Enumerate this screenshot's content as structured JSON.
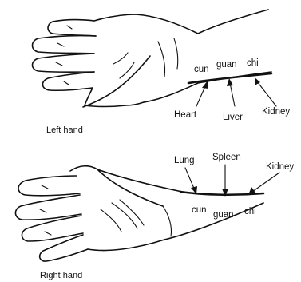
{
  "left_hand": {
    "caption": "Left hand",
    "positions": [
      "cun",
      "guan",
      "chi"
    ],
    "organs": [
      "Heart",
      "Liver",
      "Kidney"
    ]
  },
  "right_hand": {
    "caption": "Right hand",
    "positions": [
      "cun",
      "guan",
      "chi"
    ],
    "organs": [
      "Lung",
      "Spleen",
      "Kidney"
    ]
  }
}
